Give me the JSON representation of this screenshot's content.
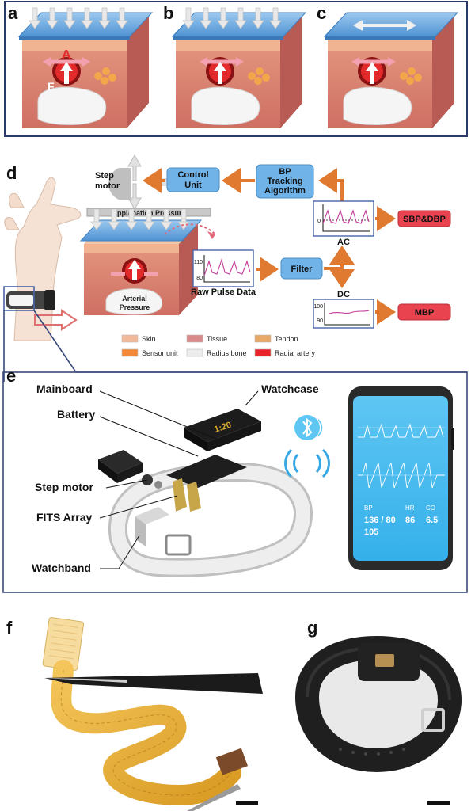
{
  "panels": {
    "a": "a",
    "b": "b",
    "c": "c",
    "d": "d",
    "e": "e",
    "f": "f",
    "g": "g"
  },
  "panel_a": {
    "force_a": "A",
    "force_f": "F"
  },
  "diagram_d": {
    "step_motor": [
      "Step",
      "motor"
    ],
    "control_unit": [
      "Control",
      "Unit"
    ],
    "bp_tracking": [
      "BP",
      "Tracking",
      "Algorithm"
    ],
    "applanation_pressure": "Applanation Pressure",
    "arterial_pressure": [
      "Arterial",
      "Pressure"
    ],
    "raw_pulse_data": "Raw Pulse Data",
    "raw_ticks": [
      "110",
      "80"
    ],
    "filter": "Filter",
    "ac": "AC",
    "ac_tick": "0",
    "dc": "DC",
    "dc_ticks": [
      "100",
      "90"
    ],
    "sbp_dbp": "SBP&DBP",
    "mbp": "MBP",
    "legend": [
      {
        "label": "Skin",
        "color": "#f2b89a"
      },
      {
        "label": "Tissue",
        "color": "#d98a8a"
      },
      {
        "label": "Tendon",
        "color": "#e8a868"
      },
      {
        "label": "Sensor unit",
        "color": "#f08a3a"
      },
      {
        "label": "Radius bone",
        "color": "#ececec"
      },
      {
        "label": "Radial artery",
        "color": "#e8232a"
      }
    ]
  },
  "panel_e": {
    "mainboard": "Mainboard",
    "battery": "Battery",
    "step_motor": "Step motor",
    "fits_array": "FITS Array",
    "watchband": "Watchband",
    "watchcase": "Watchcase",
    "phone": {
      "bp_label": "BP",
      "bp_value": "136 / 80",
      "mbp_value": "105",
      "hr_label": "HR",
      "hr_value": "86",
      "co_label": "CO",
      "co_value": "6.5"
    }
  },
  "colors": {
    "blue_box": "#6fb3e8",
    "red_box": "#e8434f",
    "arrow_orange": "#e07a30",
    "frame_navy": "#3a4a7a"
  },
  "icons": [
    "bluetooth-icon",
    "wireless-signal-icon"
  ]
}
